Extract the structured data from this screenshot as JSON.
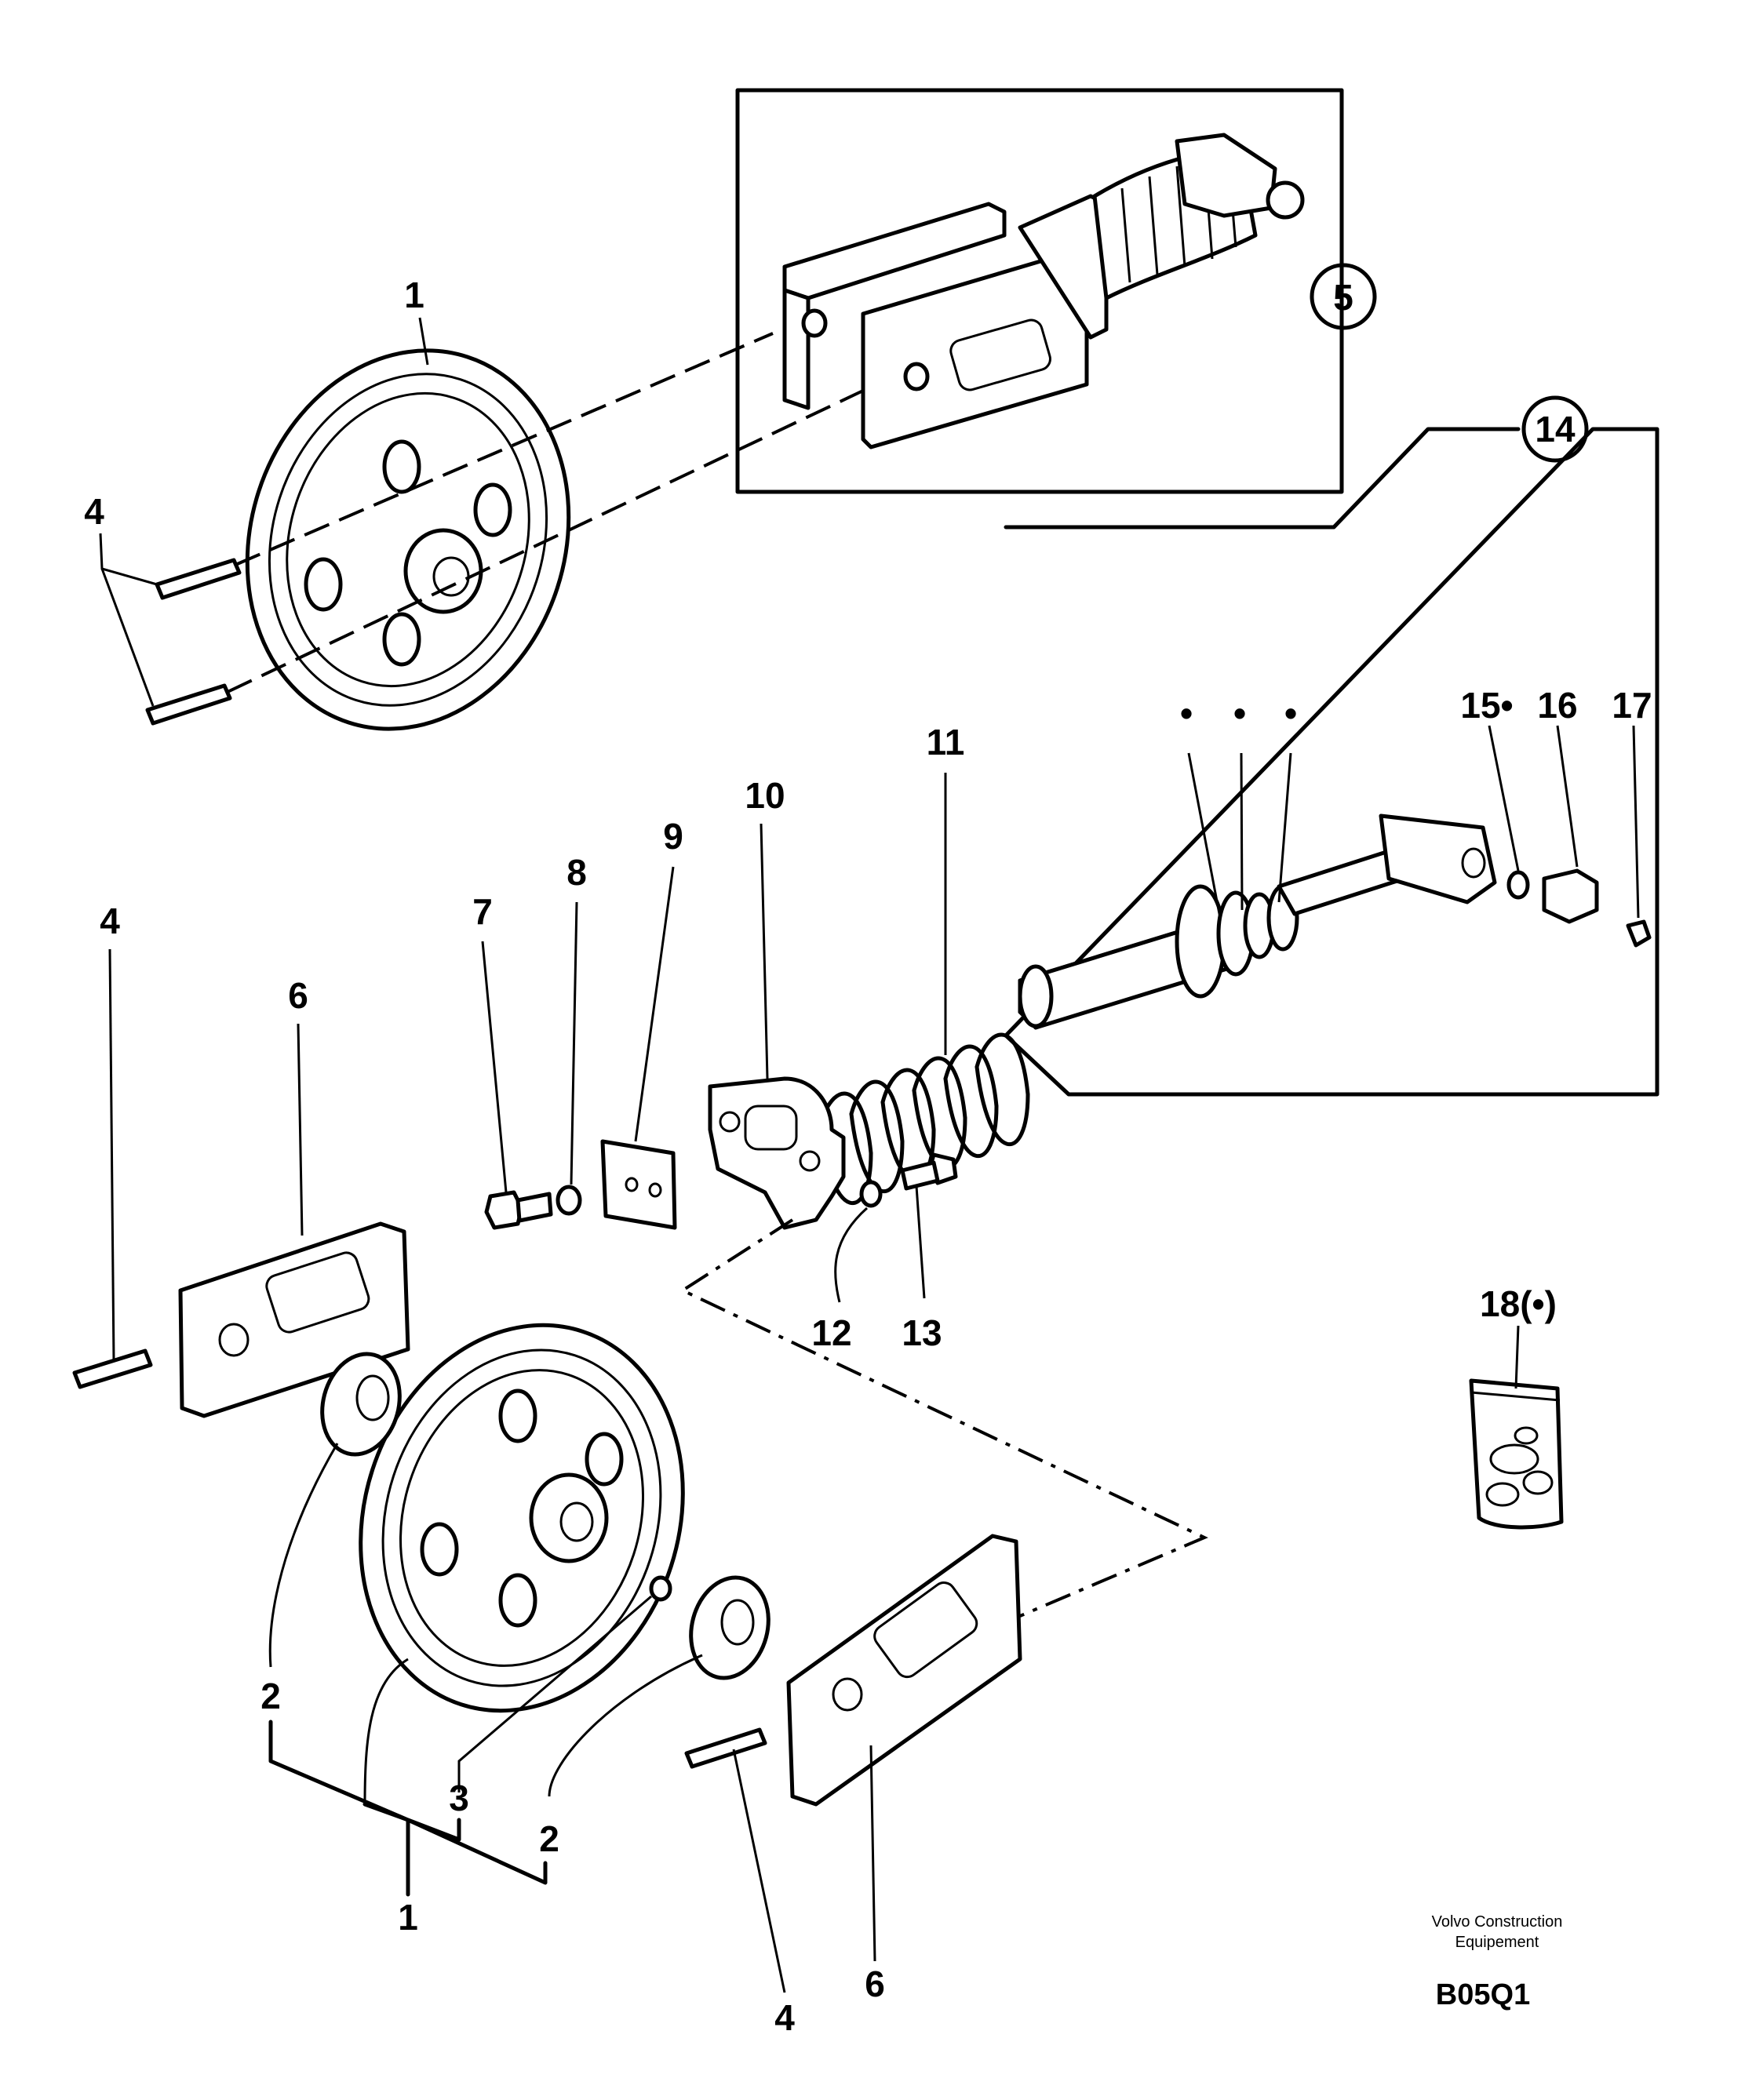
{
  "callouts": {
    "c1_top": "1",
    "c4_top": "4",
    "c5": "5",
    "c14": "14",
    "bullet_a": "•",
    "bullet_b": "•",
    "bullet_c": "•",
    "c15": "15•",
    "c16": "16",
    "c17": "17",
    "c11": "11",
    "c10": "10",
    "c9": "9",
    "c8": "8",
    "c7": "7",
    "c6_left": "6",
    "c4_left": "4",
    "c12": "12",
    "c13": "13",
    "c18": "18(•)",
    "c2_left": "2",
    "c3": "3",
    "c2_right": "2",
    "c1_bottom": "1",
    "c6_bottom": "6",
    "c4_bottom": "4"
  },
  "footer": {
    "brand_line1": "Volvo Construction",
    "brand_line2": "Equipement",
    "drawing_code": "B05Q1"
  }
}
